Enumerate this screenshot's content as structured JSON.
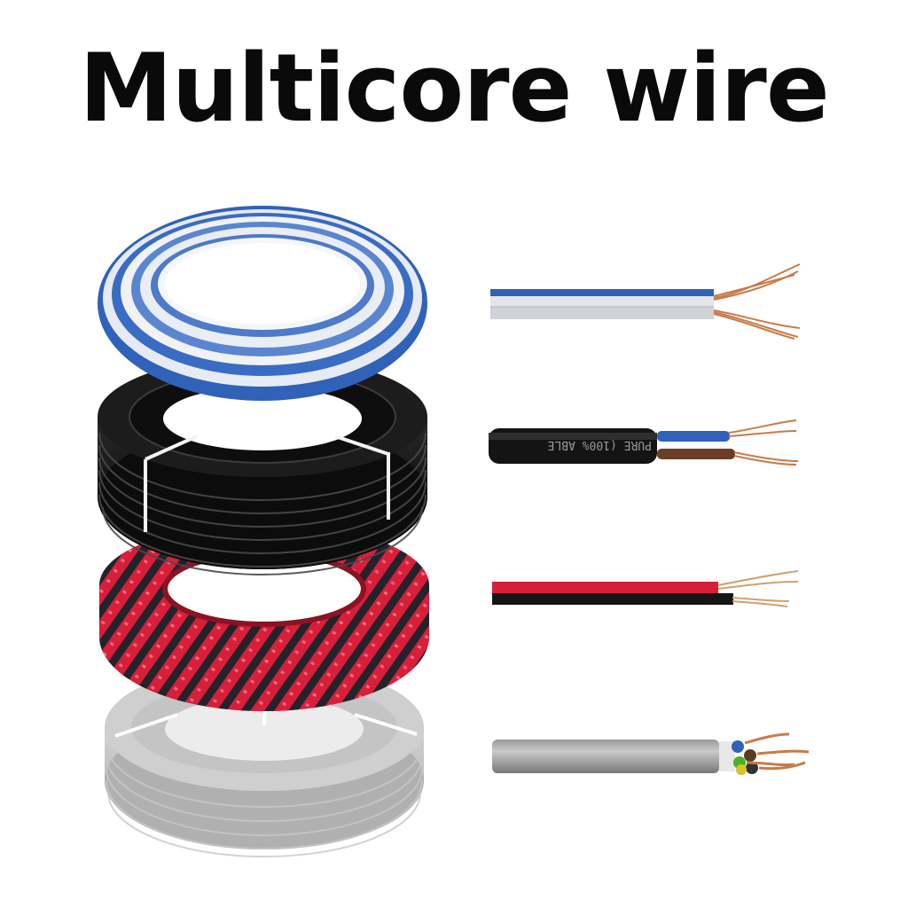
{
  "page": {
    "title": "Multicore wire"
  },
  "colors": {
    "blue": "#2f62b8",
    "white": "#e8eaee",
    "black": "#141414",
    "red": "#d71f3a",
    "grey": "#bdbdbd",
    "copper": "#c97a4a"
  },
  "coils": [
    {
      "name": "blue-white-coil",
      "colors": [
        "#2f62b8",
        "#e8eaee"
      ]
    },
    {
      "name": "black-coil",
      "colors": [
        "#141414"
      ]
    },
    {
      "name": "red-black-twisted-coil",
      "colors": [
        "#d71f3a",
        "#1b1b22"
      ]
    },
    {
      "name": "grey-coil",
      "colors": [
        "#bdbdbd"
      ]
    }
  ],
  "wires": [
    {
      "name": "blue-white-flat-wire"
    },
    {
      "name": "black-round-wire",
      "print": "PURE (100% ABLE"
    },
    {
      "name": "red-black-flat-wire"
    },
    {
      "name": "grey-multicore-wire"
    }
  ]
}
